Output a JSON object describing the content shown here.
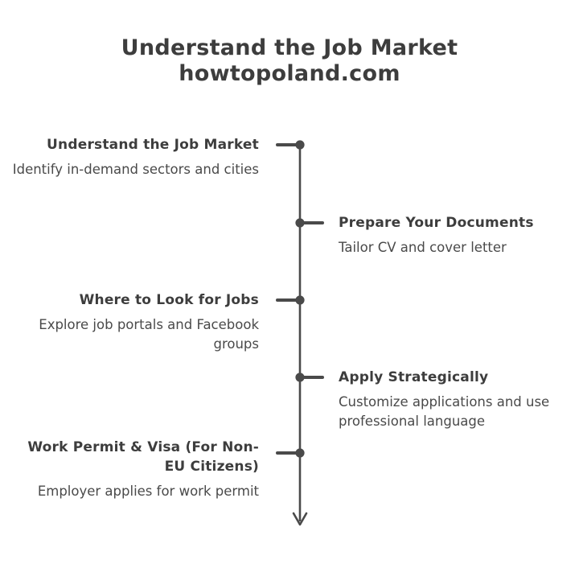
{
  "title": {
    "line1": "Understand the Job Market",
    "line2": "howtopoland.com"
  },
  "colors": {
    "text": "#3d3d3d",
    "description": "#4a4a4a",
    "axis": "#4a4a4a",
    "background": "#ffffff"
  },
  "timeline": {
    "orientation": "vertical",
    "arrow": "down-arrow",
    "items": [
      {
        "title": "Understand the Job Market",
        "description": "Identify in-demand sectors and cities",
        "side": "left"
      },
      {
        "title": "Prepare Your Documents",
        "description": "Tailor CV and cover letter",
        "side": "right"
      },
      {
        "title": "Where to Look for Jobs",
        "description": "Explore job portals and Facebook groups",
        "side": "left"
      },
      {
        "title": "Apply Strategically",
        "description": "Customize applications and use professional language",
        "side": "right"
      },
      {
        "title": "Work Permit & Visa (For Non-EU Citizens)",
        "description": "Employer applies for work permit",
        "side": "left"
      }
    ]
  }
}
